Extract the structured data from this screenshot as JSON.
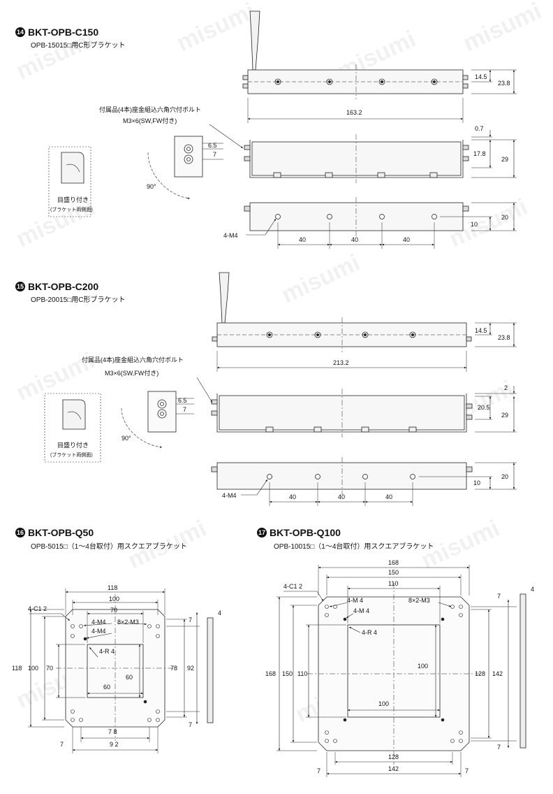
{
  "watermark": "misumi",
  "sections": [
    {
      "badge": "14",
      "title": "BKT-OPB-C150",
      "subtitle": "OPB-15015□用C形ブラケット"
    },
    {
      "badge": "15",
      "title": "BKT-OPB-C200",
      "subtitle": "OPB-20015□用C形ブラケット"
    },
    {
      "badge": "16",
      "title": "BKT-OPB-Q50",
      "subtitle": "OPB-5015□（1〜4台取付）用スクエアブラケット"
    },
    {
      "badge": "17",
      "title": "BKT-OPB-Q100",
      "subtitle": "OPB-10015□（1〜4台取付）用スクエアブラケット"
    }
  ],
  "c150": {
    "dim_14_5": "14.5",
    "dim_23_8": "23.8",
    "dim_163_2": "163.2",
    "dim_0_7": "0.7",
    "dim_17_8": "17.8",
    "dim_29": "29",
    "dim_20": "20",
    "dim_10": "10",
    "dim_40a": "40",
    "dim_40b": "40",
    "dim_40c": "40",
    "holes": "4-M4",
    "bolt_note": "付属品(4本)座金組込六角穴付ボルト",
    "bolt_spec": "M3×6(SW,FW付き)",
    "detail_6_5": "6.5",
    "detail_7": "7",
    "angle": "90°",
    "scale_label": "目盛り付き",
    "scale_sub": "(ブラケット両側面)"
  },
  "c200": {
    "dim_14_5": "14.5",
    "dim_23_8": "23.8",
    "dim_213_2": "213.2",
    "dim_2": "2",
    "dim_20_5": "20.5",
    "dim_29": "29",
    "dim_20": "20",
    "dim_10": "10",
    "dim_40a": "40",
    "dim_40b": "40",
    "dim_40c": "40",
    "holes": "4-M4",
    "bolt_note": "付属品(4本)座金組込六角穴付ボルト",
    "bolt_spec": "M3×6(SW,FW付き)",
    "detail_6_5": "6.5",
    "detail_7": "7",
    "angle": "90°",
    "scale_label": "目盛り付き",
    "scale_sub": "(ブラケット両側面)"
  },
  "q50": {
    "d118": "118",
    "d100": "100",
    "d70": "70",
    "c12": "4-C1 2",
    "m4a": "4-M4",
    "m4b": "4-M4",
    "m3": "8×2-M3",
    "r4": "4-R 4",
    "d7top": "7",
    "d4": "4",
    "v118": "118",
    "v100": "100",
    "v70": "70",
    "d60v": "60",
    "d60h": "60",
    "v78": "78",
    "v92": "92",
    "d7right": "7",
    "b78": "7 8",
    "b92": "9 2",
    "b7": "7"
  },
  "q100": {
    "d168": "168",
    "d150": "150",
    "d110": "110",
    "c12": "4-C1 2",
    "m4a": "4-M 4",
    "m4b": "4-M 4",
    "m3": "8×2-M3",
    "r4": "4-R 4",
    "d7top": "7",
    "d4": "4",
    "v168": "168",
    "v150": "150",
    "v110": "110",
    "d100v": "100",
    "d100h": "100",
    "v128": "128",
    "v142": "142",
    "d7right": "7",
    "b128": "128",
    "b142": "142",
    "b7l": "7",
    "b7r": "7"
  }
}
